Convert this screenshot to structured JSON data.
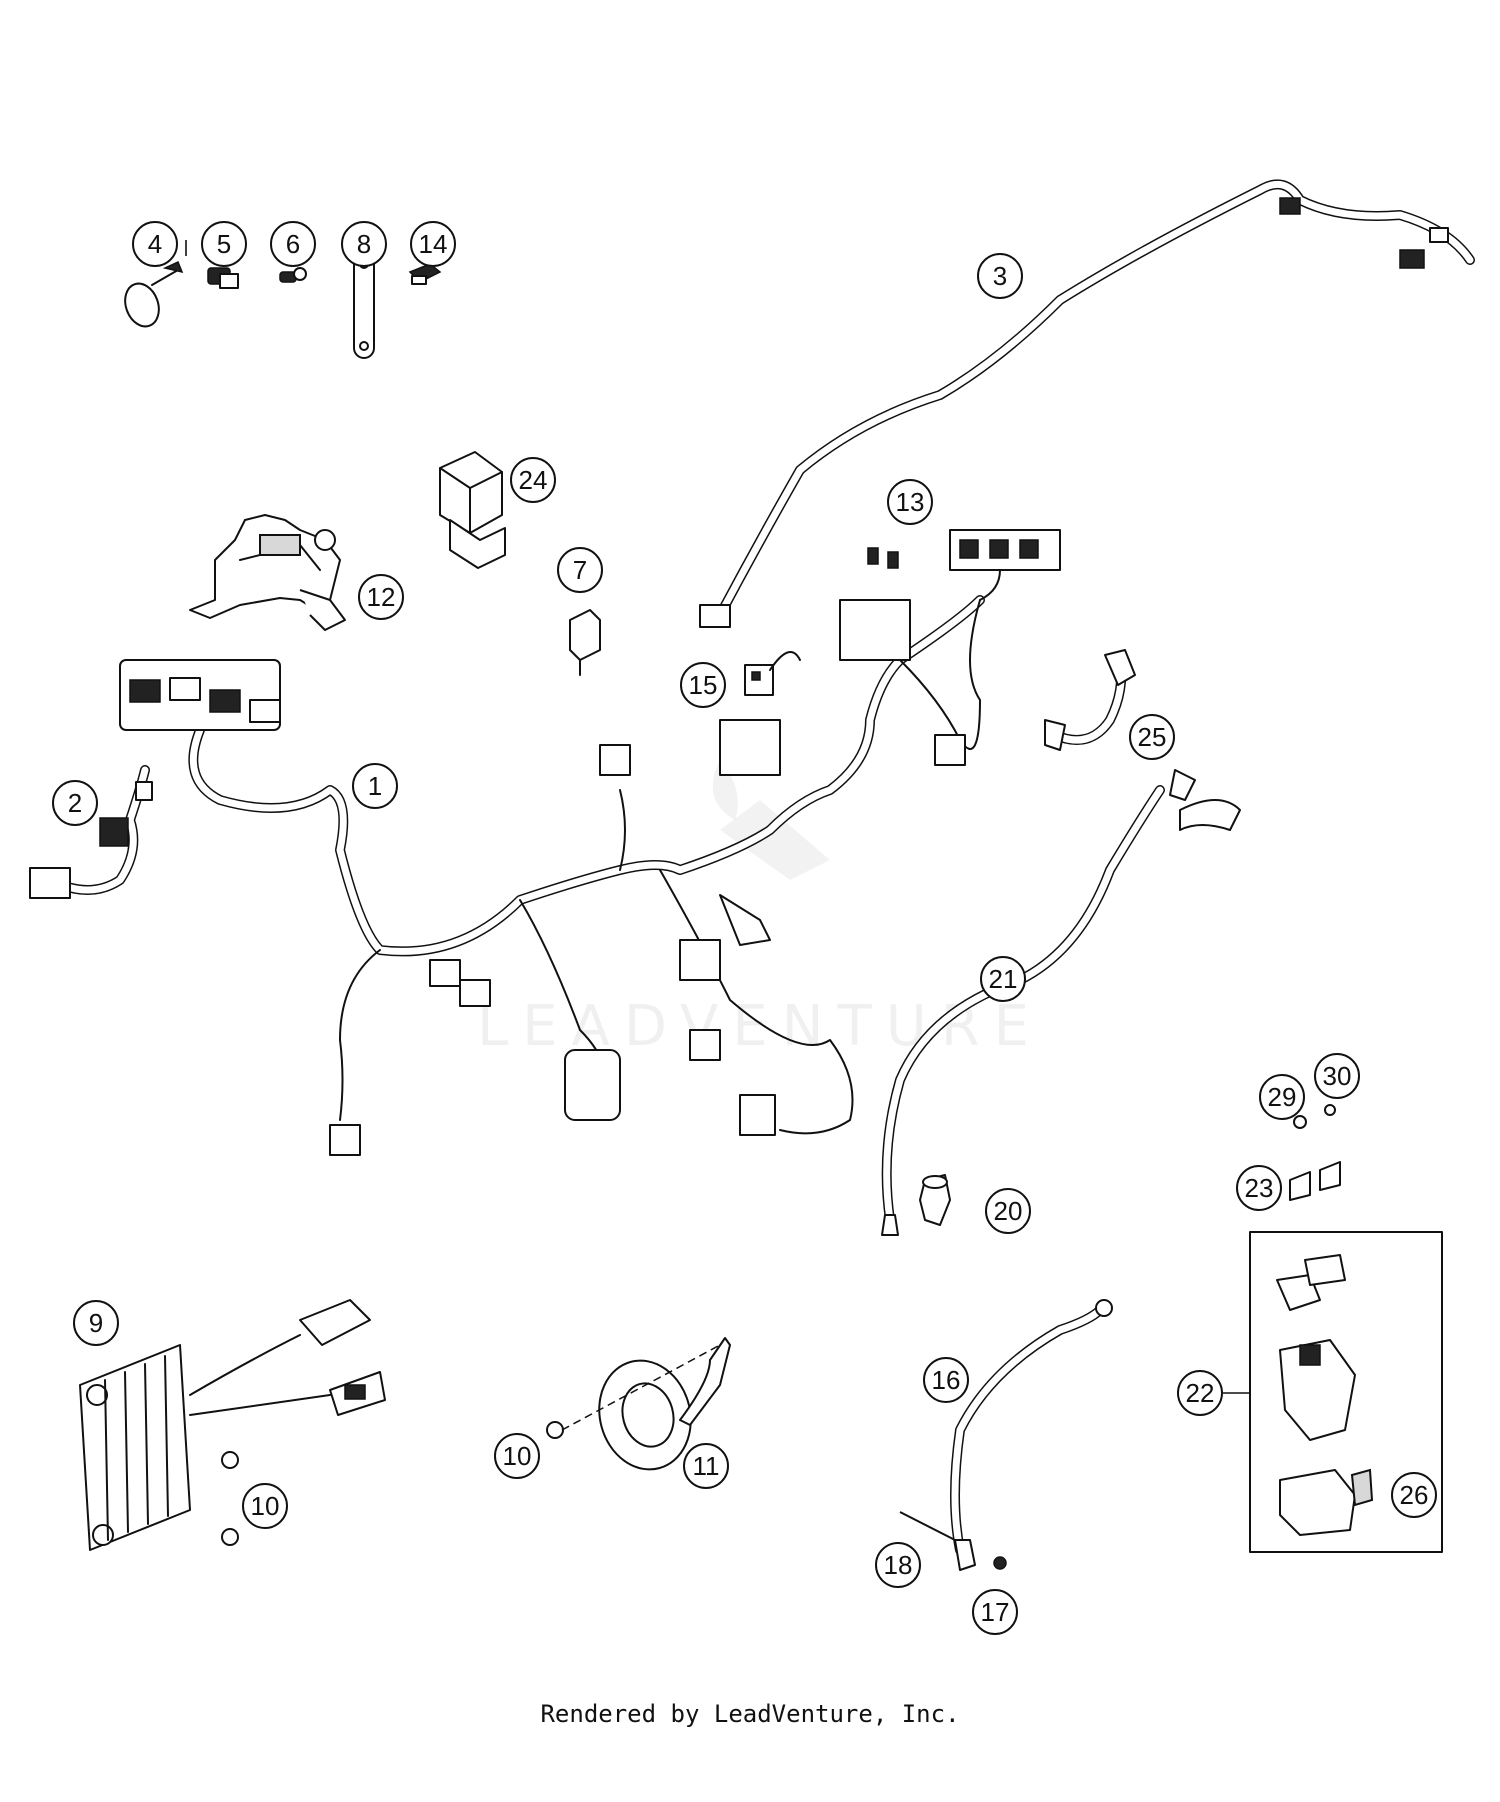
{
  "callouts": [
    {
      "id": "4",
      "label": "4"
    },
    {
      "id": "5",
      "label": "5"
    },
    {
      "id": "6",
      "label": "6"
    },
    {
      "id": "8",
      "label": "8"
    },
    {
      "id": "14",
      "label": "14"
    },
    {
      "id": "3",
      "label": "3"
    },
    {
      "id": "24",
      "label": "24"
    },
    {
      "id": "13",
      "label": "13"
    },
    {
      "id": "7",
      "label": "7"
    },
    {
      "id": "12",
      "label": "12"
    },
    {
      "id": "15",
      "label": "15"
    },
    {
      "id": "25",
      "label": "25"
    },
    {
      "id": "1",
      "label": "1"
    },
    {
      "id": "2",
      "label": "2"
    },
    {
      "id": "21",
      "label": "21"
    },
    {
      "id": "30",
      "label": "30"
    },
    {
      "id": "29",
      "label": "29"
    },
    {
      "id": "23",
      "label": "23"
    },
    {
      "id": "20",
      "label": "20"
    },
    {
      "id": "9",
      "label": "9"
    },
    {
      "id": "10a",
      "label": "10"
    },
    {
      "id": "11",
      "label": "11"
    },
    {
      "id": "10b",
      "label": "10"
    },
    {
      "id": "16",
      "label": "16"
    },
    {
      "id": "22",
      "label": "22"
    },
    {
      "id": "26",
      "label": "26"
    },
    {
      "id": "18",
      "label": "18"
    },
    {
      "id": "17",
      "label": "17"
    }
  ],
  "watermark": "LEADVENTURE",
  "footer": "Rendered by LeadVenture, Inc."
}
